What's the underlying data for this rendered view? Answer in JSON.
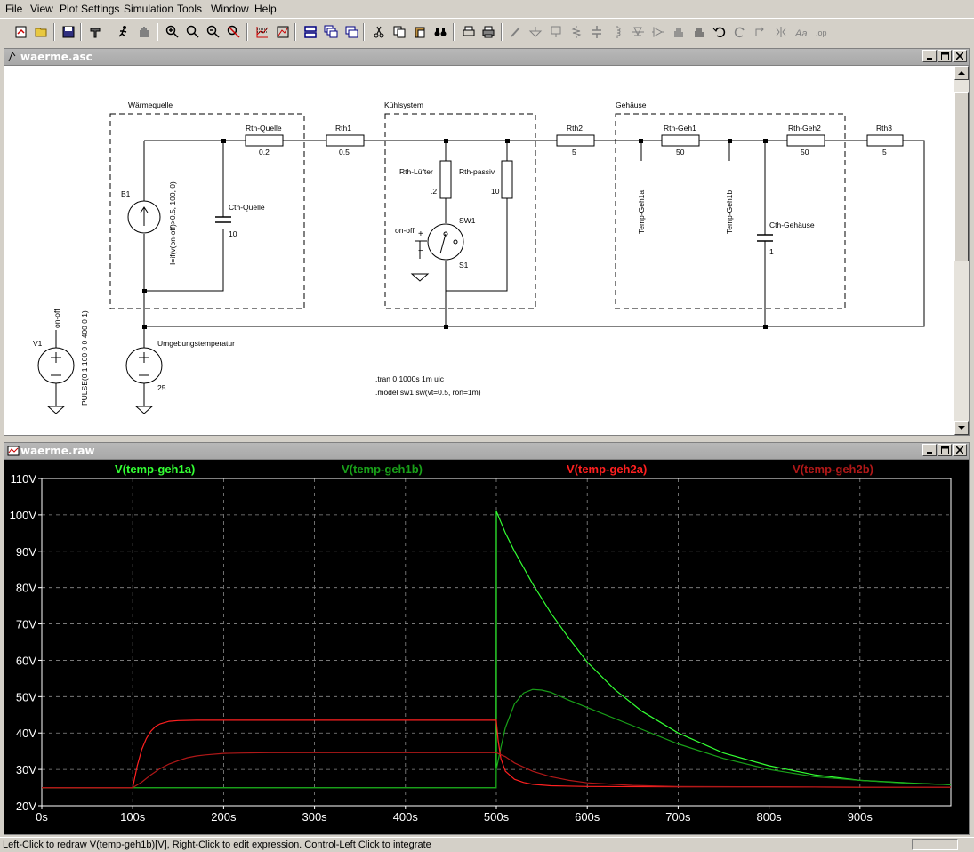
{
  "menu": [
    "File",
    "View",
    "Plot Settings",
    "Simulation",
    "Tools",
    "Window",
    "Help"
  ],
  "schematic": {
    "title": "waerme.asc",
    "boxes": [
      "Wärmequelle",
      "Kühlsystem",
      "Gehäuse"
    ],
    "components": {
      "rth_quelle": {
        "name": "Rth-Quelle",
        "value": "0.2"
      },
      "rth1": {
        "name": "Rth1",
        "value": "0.5"
      },
      "rth2": {
        "name": "Rth2",
        "value": "5"
      },
      "rth_geh1": {
        "name": "Rth-Geh1",
        "value": "50"
      },
      "rth_geh2": {
        "name": "Rth-Geh2",
        "value": "50"
      },
      "rth3": {
        "name": "Rth3",
        "value": "5"
      },
      "rth_luefter": {
        "name": "Rth-Lüfter",
        "value": ".2"
      },
      "rth_passiv": {
        "name": "Rth-passiv",
        "value": "10"
      },
      "cth_quelle": {
        "name": "Cth-Quelle",
        "value": "10"
      },
      "cth_gehaeuse": {
        "name": "Cth-Gehäuse",
        "value": "1"
      },
      "b1": {
        "name": "B1",
        "value": "I=if(v(on-off)>0.5, 100, 0)"
      },
      "sw1": {
        "name": "SW1",
        "model": "S1",
        "control": "on-off"
      },
      "v1": {
        "name": "V1",
        "net": "on-off",
        "value": "PULSE(0 1 100 0 0 400 0 1)"
      },
      "umgebung": {
        "name": "Umgebungstemperatur",
        "value": "25"
      }
    },
    "net_labels": [
      "Temp-Geh1a",
      "Temp-Geh1b"
    ],
    "directives": [
      ".tran 0 1000s 1m uic",
      ".model sw1 sw(vt=0.5, ron=1m)"
    ]
  },
  "plot": {
    "title": "waerme.raw",
    "legend": [
      {
        "label": "V(temp-geh1a)",
        "color": "#33ff33"
      },
      {
        "label": "V(temp-geh1b)",
        "color": "#19a019"
      },
      {
        "label": "V(temp-geh2a)",
        "color": "#ff2020"
      },
      {
        "label": "V(temp-geh2b)",
        "color": "#b01818"
      }
    ],
    "chart_data": {
      "type": "line",
      "xlabel": "",
      "ylabel": "",
      "xlim": [
        0,
        1000
      ],
      "ylim": [
        20,
        110
      ],
      "xticks": [
        "0s",
        "100s",
        "200s",
        "300s",
        "400s",
        "500s",
        "600s",
        "700s",
        "800s",
        "900s"
      ],
      "yticks": [
        "20V",
        "30V",
        "40V",
        "50V",
        "60V",
        "70V",
        "80V",
        "90V",
        "100V",
        "110V"
      ],
      "grid": true,
      "background": "#000000",
      "series": [
        {
          "name": "V(temp-geh1a)",
          "color": "#33ff33",
          "x": [
            0,
            100,
            101,
            499.9,
            500,
            510,
            520,
            540,
            560,
            580,
            600,
            630,
            660,
            700,
            750,
            800,
            850,
            900,
            950,
            1000
          ],
          "y": [
            25,
            25,
            25,
            25,
            101,
            95,
            90,
            81,
            73,
            66,
            59.5,
            52,
            46,
            40,
            34.5,
            31,
            28.5,
            27,
            26.3,
            25.8
          ]
        },
        {
          "name": "V(temp-geh1b)",
          "color": "#19a019",
          "x": [
            0,
            499.9,
            500,
            505,
            510,
            520,
            530,
            540,
            550,
            560,
            580,
            600,
            650,
            700,
            750,
            800,
            850,
            900,
            950,
            1000
          ],
          "y": [
            25,
            25,
            30,
            36,
            41.5,
            48,
            51,
            52,
            51.8,
            51.2,
            49,
            47,
            42,
            37,
            33,
            30,
            28,
            27,
            26.2,
            25.8
          ]
        },
        {
          "name": "V(temp-geh2a)",
          "color": "#ff2020",
          "x": [
            0,
            100,
            105,
            110,
            115,
            120,
            125,
            130,
            140,
            150,
            170,
            200,
            300,
            499.9,
            502,
            505,
            510,
            520,
            530,
            540,
            560,
            600,
            700,
            800,
            900,
            1000
          ],
          "y": [
            25,
            25,
            31,
            35.5,
            38.5,
            40.5,
            41.8,
            42.5,
            43.2,
            43.4,
            43.5,
            43.5,
            43.5,
            43.5,
            38,
            33,
            29.5,
            27.3,
            26.4,
            25.9,
            25.5,
            25.3,
            25.2,
            25.2,
            25.1,
            25.1
          ]
        },
        {
          "name": "V(temp-geh2b)",
          "color": "#b01818",
          "x": [
            0,
            100,
            110,
            120,
            130,
            140,
            150,
            160,
            170,
            180,
            200,
            220,
            250,
            300,
            499.9,
            500,
            510,
            520,
            540,
            560,
            580,
            600,
            650,
            700,
            800,
            900,
            1000
          ],
          "y": [
            25,
            25,
            26.5,
            28.5,
            30.2,
            31.5,
            32.4,
            33.2,
            33.7,
            34,
            34.4,
            34.5,
            34.6,
            34.6,
            34.6,
            34.6,
            33.5,
            31.8,
            29.5,
            28,
            27,
            26.3,
            25.6,
            25.3,
            25.2,
            25.1,
            25.1
          ]
        }
      ]
    }
  },
  "status": {
    "text": "Left-Click to redraw V(temp-geh1b)[V],  Right-Click to edit expression. Control-Left Click to integrate"
  }
}
